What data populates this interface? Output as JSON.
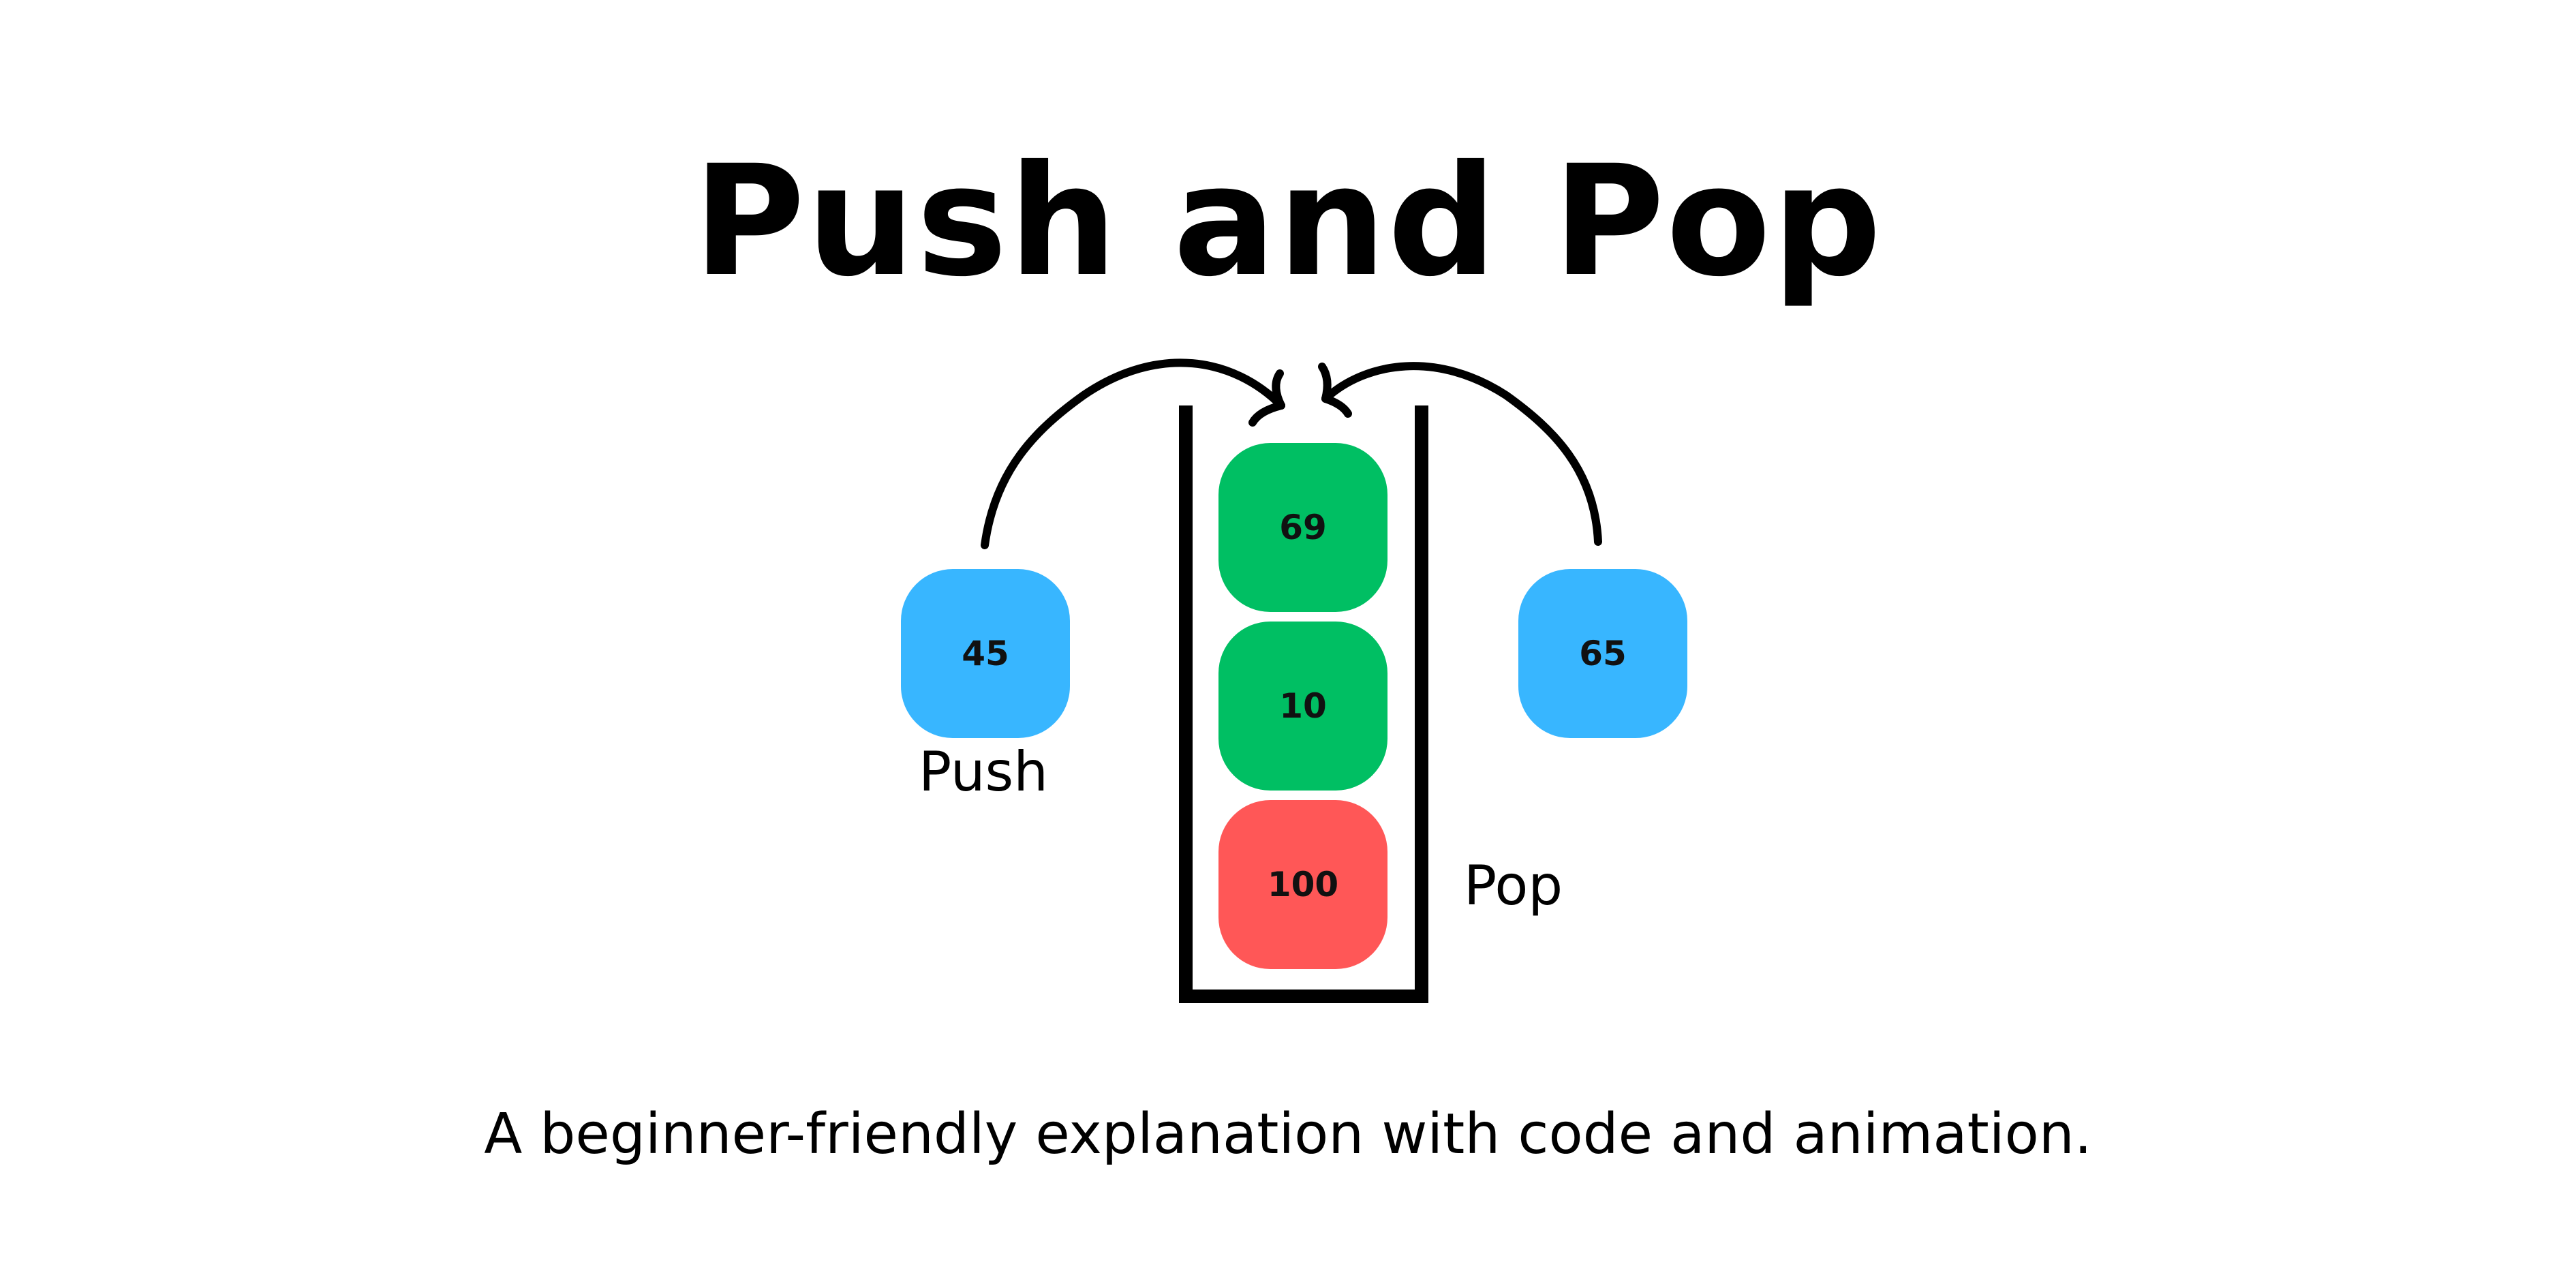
{
  "title": "Push and Pop",
  "subtitle": "A beginner-friendly explanation with code and animation.",
  "stack": {
    "items": [
      {
        "value": "69",
        "color": "#00BF63"
      },
      {
        "value": "10",
        "color": "#00BF63"
      },
      {
        "value": "100",
        "color": "#FF5757"
      }
    ]
  },
  "push": {
    "label": "Push",
    "value": "45",
    "color": "#38B6FF"
  },
  "pop": {
    "label": "Pop",
    "value": "65",
    "color": "#38B6FF"
  },
  "icons": [
    "push-arrow-icon",
    "pop-arrow-icon"
  ]
}
